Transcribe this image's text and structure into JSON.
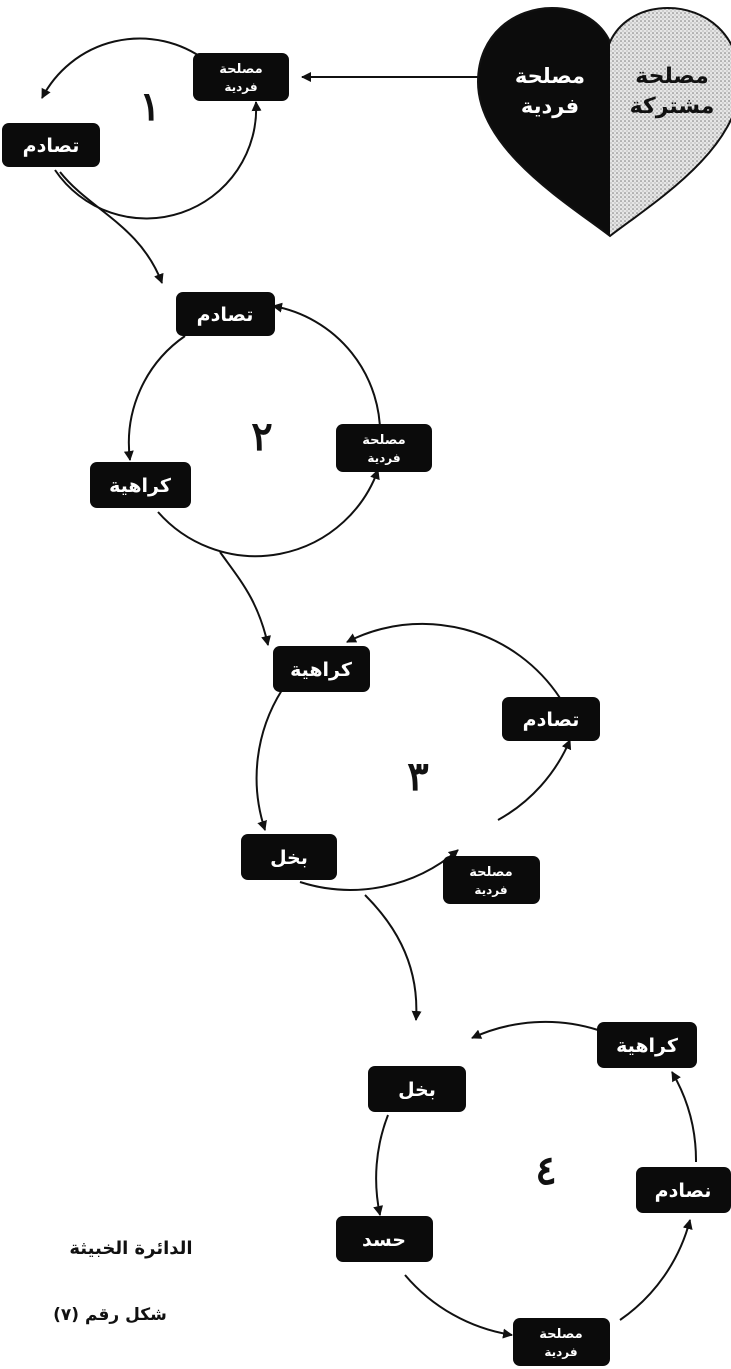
{
  "heart": {
    "left_line1": "مصلحة",
    "left_line2": "فردية",
    "right_line1": "مصلحة",
    "right_line2": "مشتركة"
  },
  "cycles": [
    {
      "number": "١",
      "nodes": [
        {
          "line1": "مصلحة",
          "line2": "فردية"
        },
        {
          "line1": "تصادم"
        }
      ]
    },
    {
      "number": "٢",
      "nodes": [
        {
          "line1": "تصادم"
        },
        {
          "line1": "كراهية"
        },
        {
          "line1": "مصلحة",
          "line2": "فردية"
        }
      ]
    },
    {
      "number": "٣",
      "nodes": [
        {
          "line1": "كراهية"
        },
        {
          "line1": "تصادم"
        },
        {
          "line1": "بخل"
        },
        {
          "line1": "مصلحة",
          "line2": "فردية"
        }
      ]
    },
    {
      "number": "٤",
      "nodes": [
        {
          "line1": "بخل"
        },
        {
          "line1": "كراهية"
        },
        {
          "line1": "حسد"
        },
        {
          "line1": "نصادم"
        },
        {
          "line1": "مصلحة",
          "line2": "فردية"
        }
      ]
    }
  ],
  "caption": {
    "title": "الدائرة الخبيثة",
    "figure": "شكل رقم (٧)"
  }
}
